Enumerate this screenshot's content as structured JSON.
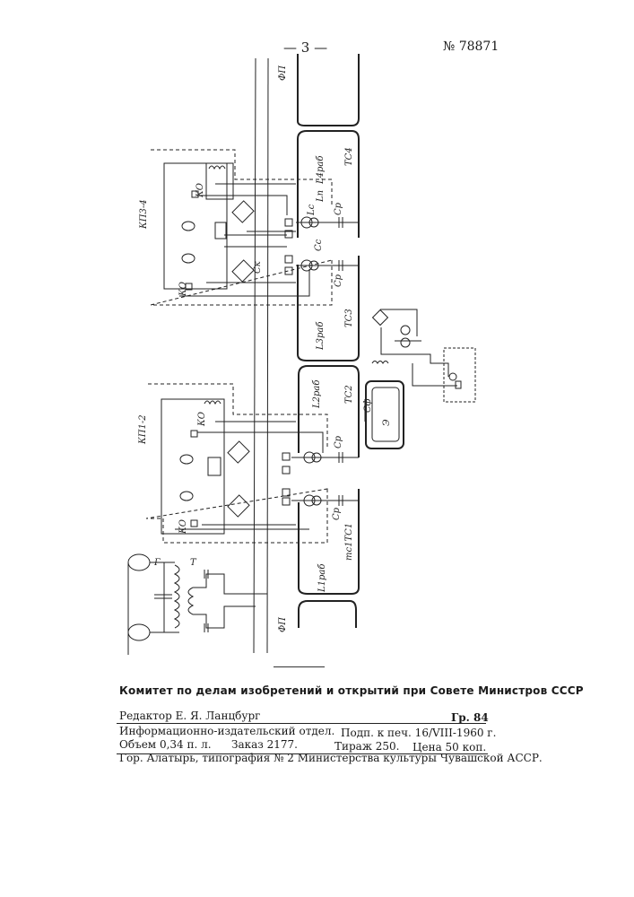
{
  "header": {
    "page": "— 3 —",
    "patent_number": "№ 78871"
  },
  "diagram": {
    "labels": {
      "fp_top": "ФП",
      "fp_bottom": "ФП",
      "l4": "L4раб",
      "tc4": "ТС4",
      "kp34": "КП3-4",
      "ko1": "КО",
      "ko2": "КО",
      "l3": "L3раб",
      "tc3": "ТС3",
      "l2": "L2раб",
      "tc2": "ТС2",
      "kp12": "КП1-2",
      "ko3": "КО",
      "ko4": "КО",
      "l1": "L1раб",
      "tc1": "тс1ТС1",
      "t": "Т",
      "g": "Г",
      "e": "Э",
      "cf": "Сф",
      "cp1": "Ср",
      "cp2": "Ср",
      "cp3": "Ср",
      "cp4": "Ср",
      "lc": "Lc",
      "ln": "Lп",
      "cc": "Сс",
      "ck": "Ск"
    }
  },
  "footer": {
    "committee": "Комитет по делам изобретений и открытий при Совете Министров СССР",
    "editor": "Редактор Е. Я. Ланцбург",
    "group": "Гр. 84",
    "department": "Информационно-издательский отдел.",
    "signed": "Подп. к печ. 16/VIII-1960 г.",
    "volume": "Объем 0,34 п. л.",
    "order": "Заказ 2177.",
    "circulation": "Тираж 250.",
    "price": "Цена 50 коп.",
    "printer": "Гор. Алатырь, типография № 2 Министерства культуры Чувашской АССР."
  }
}
